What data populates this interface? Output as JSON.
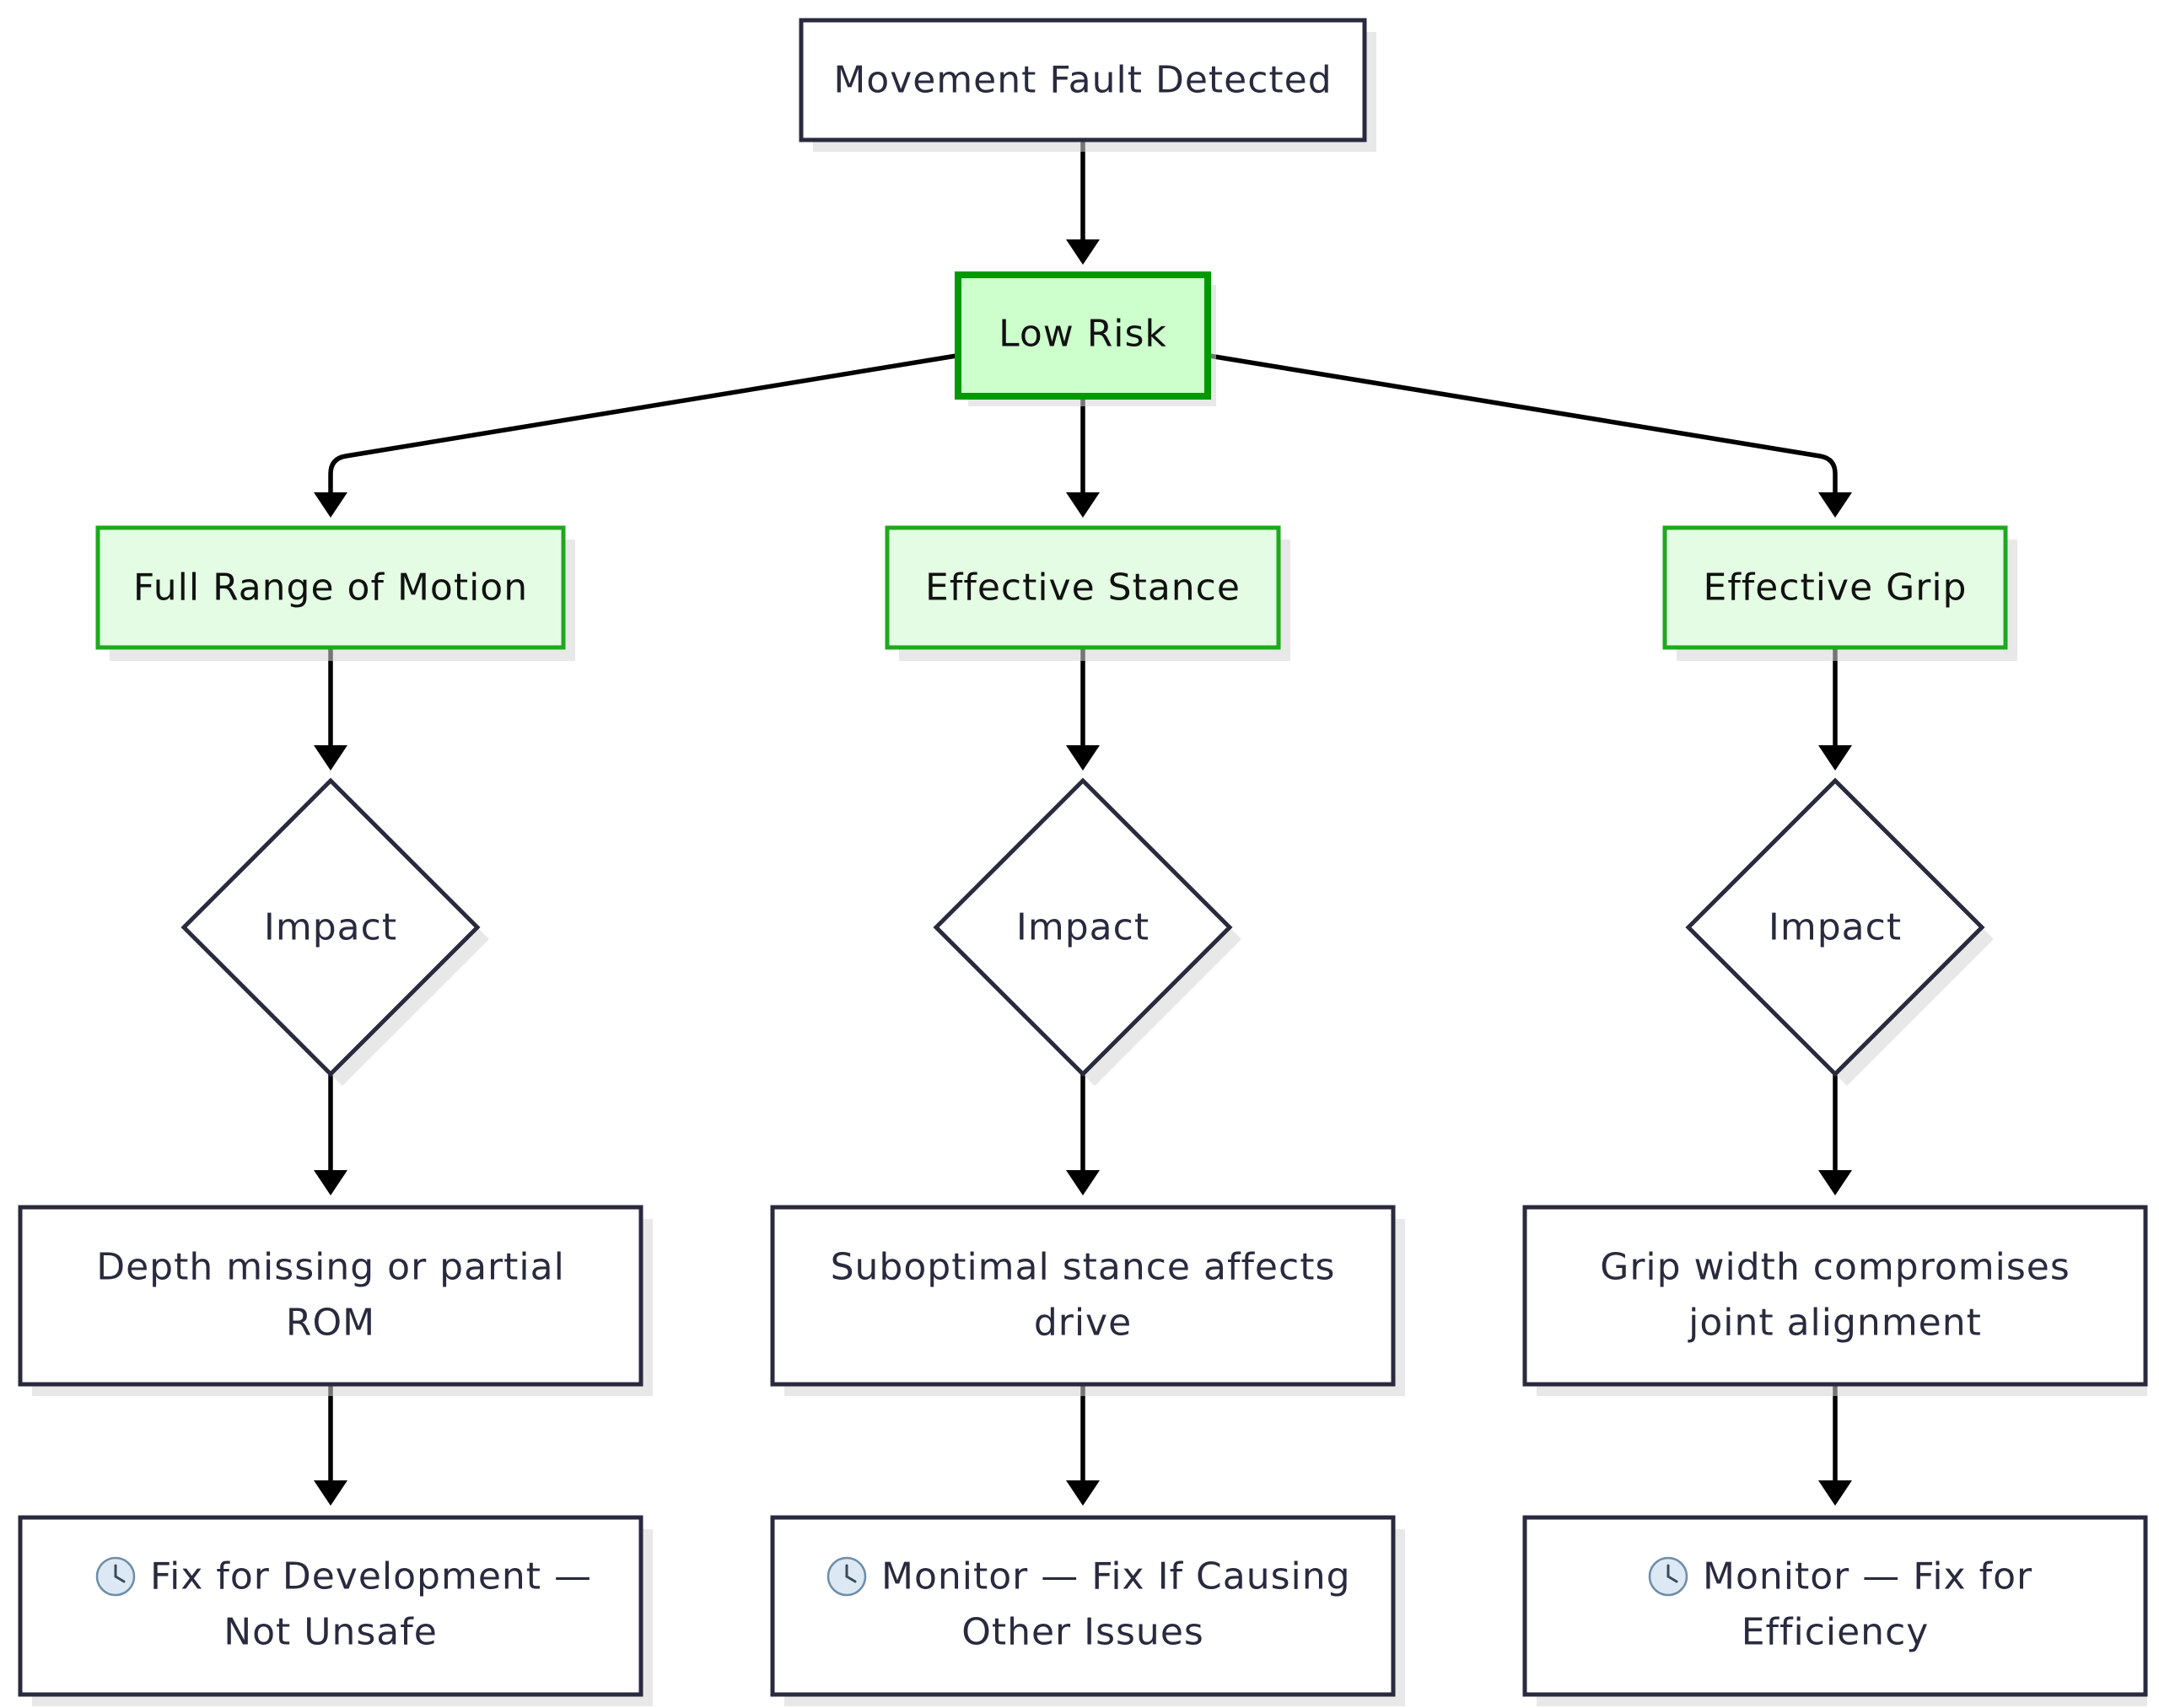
{
  "nodes": {
    "start": {
      "text": "Movement Fault Detected"
    },
    "risk": {
      "text": "Low Risk"
    },
    "rom": {
      "text": "Full Range of Motion"
    },
    "stance": {
      "text": "Effective Stance"
    },
    "grip": {
      "text": "Effective Grip"
    },
    "impact_rom": {
      "text": "Impact"
    },
    "impact_stance": {
      "text": "Impact"
    },
    "impact_grip": {
      "text": "Impact"
    },
    "detail_rom": {
      "line1": "Depth missing or partial",
      "line2": "ROM"
    },
    "detail_stance": {
      "line1": "Suboptimal stance affects",
      "line2": "drive"
    },
    "detail_grip": {
      "line1": "Grip width compromises",
      "line2": "joint alignment"
    },
    "action_rom": {
      "icon": "clock-icon",
      "line1": "Fix for Development —",
      "line2": "Not Unsafe"
    },
    "action_stance": {
      "icon": "clock-icon",
      "line1": "Monitor — Fix If Causing",
      "line2": "Other Issues"
    },
    "action_grip": {
      "icon": "clock-icon",
      "line1": "Monitor — Fix for",
      "line2": "Efficiency"
    }
  },
  "colors": {
    "low_risk_fill": "#ccffcc",
    "low_risk_stroke": "#009900",
    "category_fill": "#e3fce3",
    "category_stroke": "#1fa81f",
    "default_stroke": "#2a2a3e"
  }
}
